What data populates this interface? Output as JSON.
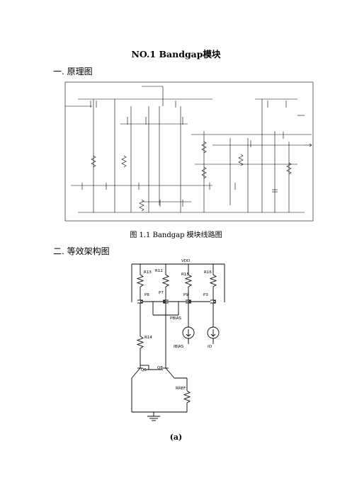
{
  "document": {
    "title": "NO.1    Bandgap模块",
    "section1": "一. 原理图",
    "figure1_caption": "图 1.1    Bandgap 模块线路图",
    "section2": "二. 等效架构图",
    "figure2_label": "(a)"
  },
  "schematic2": {
    "labels": {
      "vdd": "VDD",
      "r13": "R13",
      "r12": "R12",
      "r15": "R15",
      "r16": "R16",
      "p8": "P8",
      "p7": "P7",
      "p9": "P9",
      "p3": "P3",
      "pbias": "PBIAS",
      "ibias": "IBIAS",
      "io": "IO",
      "r14": "R14",
      "q5": "Q5",
      "q8": "Q8",
      "rref": "RREF"
    }
  }
}
